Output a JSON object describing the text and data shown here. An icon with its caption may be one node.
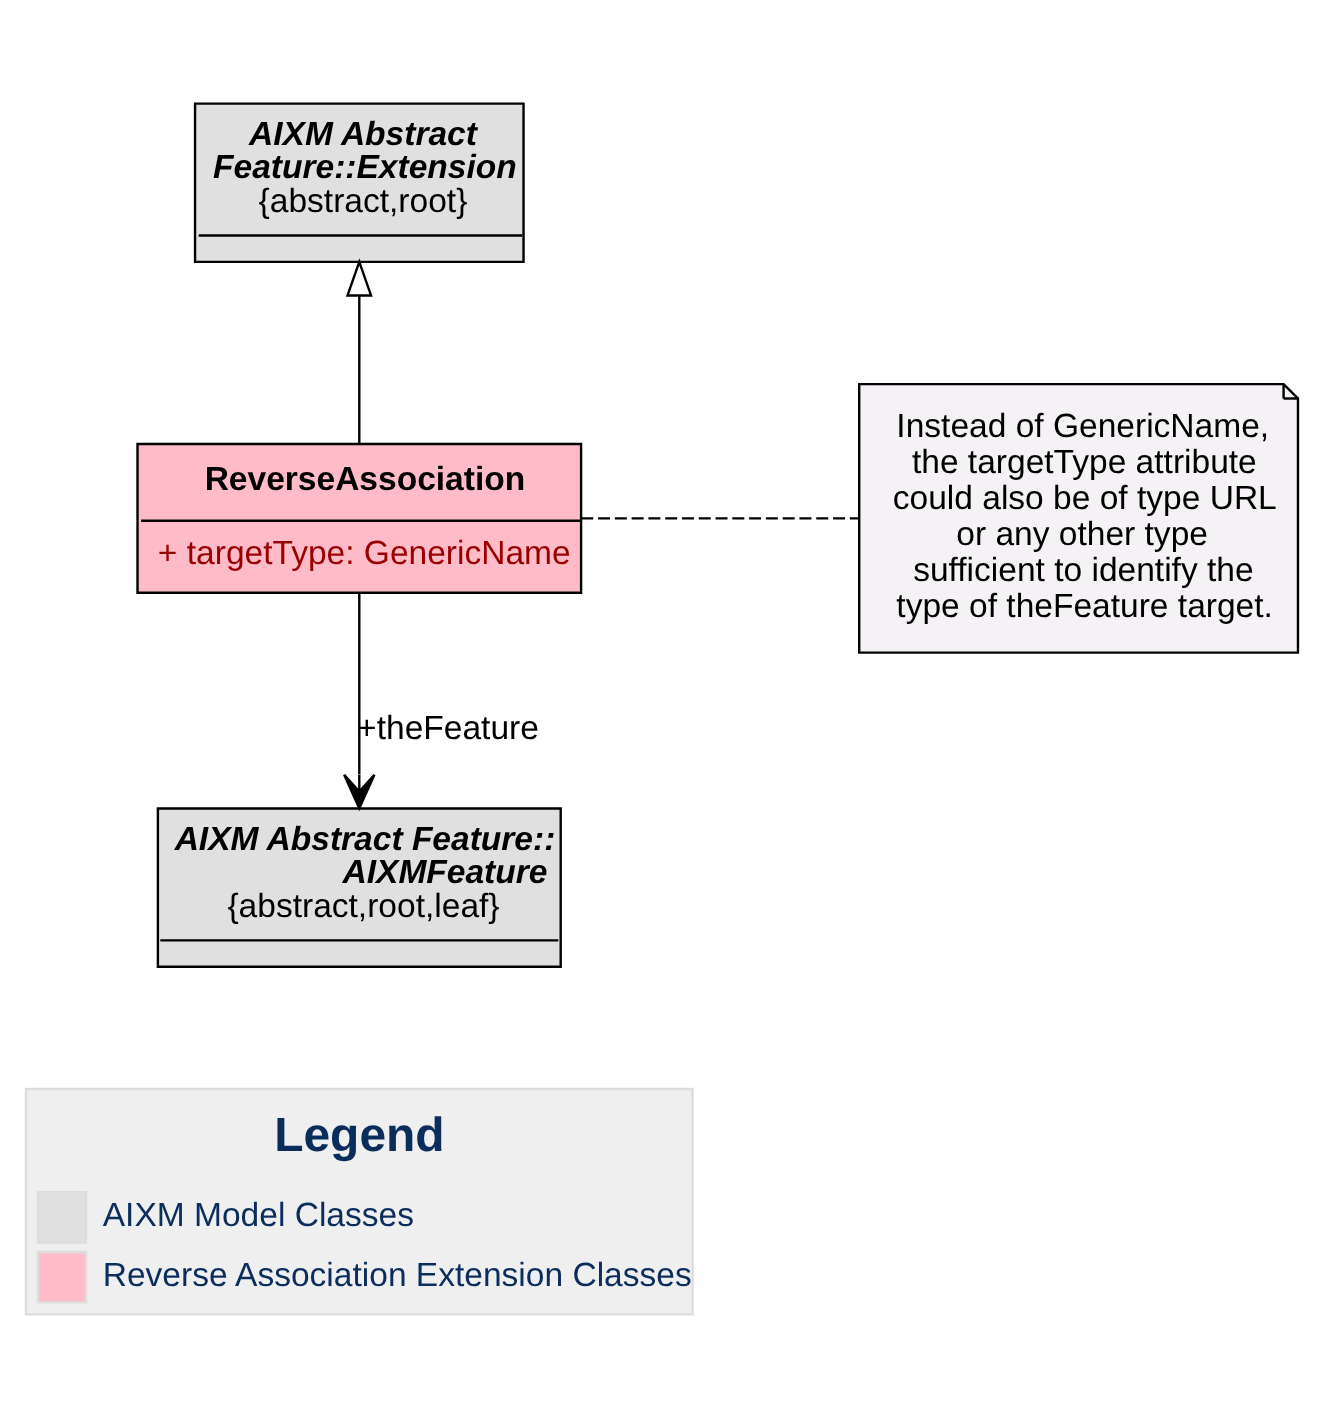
{
  "diagram": {
    "nodes": [
      {
        "text": [
          "AIXM Abstract Feature::Extension",
          "{abstract,root}"
        ]
      },
      {
        "text": [
          "ReverseAssociation",
          "+ targetType: GenericName"
        ]
      },
      {
        "text": [
          "AIXM Abstract Feature:: AIXMFeature",
          "{abstract,root,leaf}"
        ]
      },
      {
        "text": [
          "Instead of GenericName, the targetType attribute could also be of type URL or any other type sufficient to identify the type of theFeature target."
        ]
      }
    ],
    "edges": [
      {
        "from": 1,
        "to": 0,
        "arrow": "to"
      },
      {
        "from": 1,
        "to": 2,
        "arrow": "to",
        "label": "+theFeature"
      },
      {
        "from": 3,
        "to": 1,
        "arrow": "none",
        "style": "dashed"
      }
    ],
    "labels": [
      "Legend"
    ],
    "legend": [
      {
        "text": "AIXM Model Classes",
        "color": "#e0e0e0"
      },
      {
        "text": "Reverse Association Extension Classes",
        "color": "#ffbcc8"
      }
    ]
  }
}
